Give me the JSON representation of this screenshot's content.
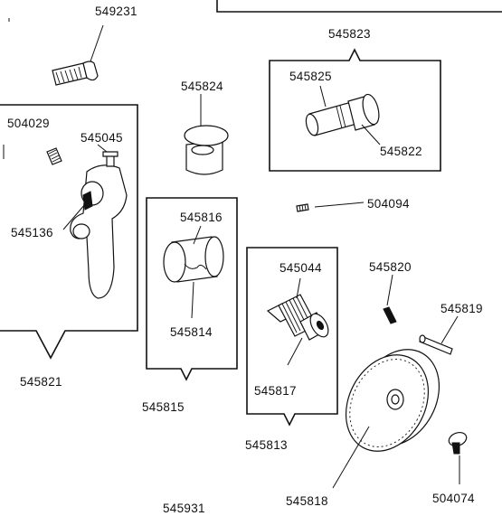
{
  "diagram": {
    "labels": {
      "p549231": "549231",
      "p545823": "545823",
      "p545825": "545825",
      "p545822": "545822",
      "p545824": "545824",
      "p504029": "504029",
      "p545045": "545045",
      "p545136": "545136",
      "p545821": "545821",
      "p545816": "545816",
      "p545814": "545814",
      "p545815": "545815",
      "p504094": "504094",
      "p545044": "545044",
      "p545817": "545817",
      "p545813": "545813",
      "p545820": "545820",
      "p545819": "545819",
      "p545818": "545818",
      "p504074": "504074",
      "p545931": "545931"
    }
  }
}
